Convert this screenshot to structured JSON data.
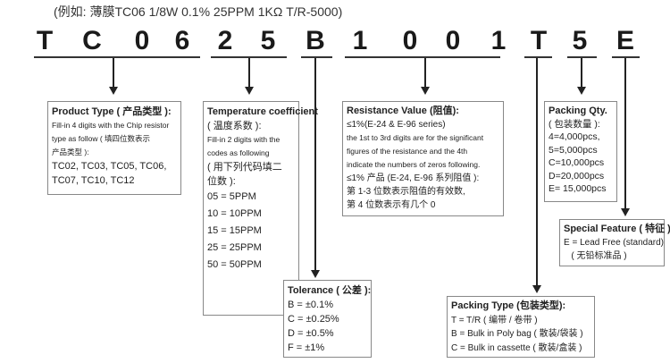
{
  "title": "(例如: 薄膜TC06 1/8W 0.1% 25PPM 1KΩ T/R-5000)",
  "code_chars": [
    "T",
    "C",
    "0",
    "6",
    "2",
    "5",
    "B",
    "1",
    "0",
    "0",
    "1",
    "T",
    "5",
    "E"
  ],
  "product_type": {
    "heading": "Product Type ( 产品类型 ):",
    "lines": [
      "Fill-in 4 digits with the Chip resistor",
      "type as follow ( 填四位数表示",
      "产品类型 ):"
    ],
    "values": [
      " TC02, TC03, TC05, TC06,",
      " TC07, TC10, TC12"
    ]
  },
  "temperature": {
    "heading": "Temperature coefficient",
    "heading_cn": "( 温度系数 ):",
    "lines": [
      "Fill-in 2 digits with the",
      "codes as following"
    ],
    "cn": [
      "( 用下列代码填二",
      "位数 ):"
    ],
    "values": [
      "05 = 5PPM",
      "10 = 10PPM",
      "15 = 15PPM",
      "25 = 25PPM",
      "50 = 50PPM"
    ]
  },
  "tolerance": {
    "heading": "Tolerance ( 公差 ):",
    "values": [
      "B  = ±0.1%",
      "C  = ±0.25%",
      "D  = ±0.5%",
      "F  = ±1%"
    ]
  },
  "resistance": {
    "heading": "Resistance Value (阻值):",
    "line1": "≤1%(E-24 & E-96 series)",
    "line2": " the 1st to 3rd digits are for the significant",
    "line3": " figures of the resistance and the 4th",
    "line4": " indicate the numbers of zeros following.",
    "line5": "≤1% 产品 (E-24, E-96 系列阻值 ):",
    "line6": " 第 1-3 位数表示阻值的有效数,",
    "line7": " 第 4 位数表示有几个 0"
  },
  "packing_qty": {
    "heading": "Packing Qty.",
    "heading_cn": "( 包装数量 ):",
    "values": [
      "4=4,000pcs,",
      "5=5,000pcs",
      "C=10,000pcs",
      "D=20,000pcs",
      "E= 15,000pcs"
    ]
  },
  "special": {
    "heading": "Special Feature ( 特征 ):",
    "values": [
      "E = Lead Free (standard)",
      "   ( 无铅标准品 )"
    ]
  },
  "packing_type": {
    "heading": "Packing Type (包装类型):",
    "values": [
      "T = T/R ( 编带 / 卷带 )",
      "B = Bulk in Poly bag ( 散装/袋装 )",
      "C = Bulk in cassette ( 散装/盒装 )"
    ]
  }
}
